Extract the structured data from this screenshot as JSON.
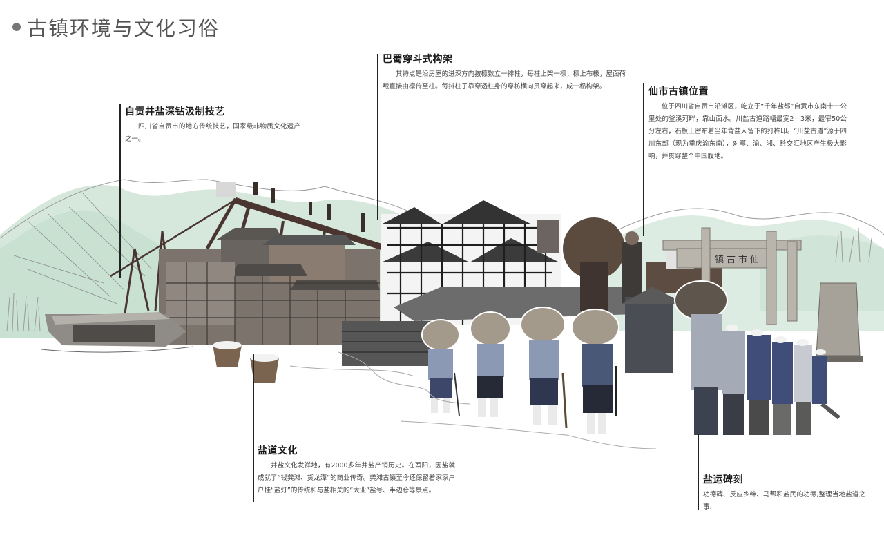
{
  "header": {
    "title": "古镇环境与文化习俗"
  },
  "annotations": [
    {
      "id": "zigong-salt-well",
      "title": "自贡井盐深钻汲制技艺",
      "body": "四川省自贡市的地方传统技艺，国家级非物质文化遗产之一。"
    },
    {
      "id": "bashu-frame",
      "title": "巴蜀穿斗式构架",
      "body": "其特点是沿房屋的进深方向按檩数立一排柱，每柱上架一檩，檩上布椽，屋面荷载直接由檩传至柱。每排柱子靠穿透柱身的穿枋横向贯穿起来，成一榀构架。"
    },
    {
      "id": "xianshi-location",
      "title": "仙市古镇位置",
      "body": "位于四川省自贡市沿滩区，屹立于“千年盐都”自贡市东南十一公里处的釜溪河畔，靠山面水。川盐古道路幅最宽2—3米，最窄50公分左右，石板上密布着当年背盐人留下的打杵印。“川盐古道”源于四川东部（现为重庆渝东南），对鄂、渝、湘、黔交汇地区产生极大影响，并贯穿整个中国腹地。"
    },
    {
      "id": "salt-road-culture",
      "title": "盐道文化",
      "body": "井盐文化发祥地，有2000多年井盐产销历史。在酉阳，因盐就成就了“钱龚滩、货龙潭”的商业传奇。龚滩古镇至今还保留着家家户户挂“盐灯”的传统和与盐相关的“大业”盐号、半边仓等景点。"
    },
    {
      "id": "salt-transport-stele",
      "title": "盐运碑刻",
      "body": "功德碑、反应乡绅、马帮和盐民的功德,整理当地盐道之事."
    }
  ],
  "collage": {
    "gate_sign": "镇古市仙",
    "scene_elements": [
      "salt-derrick",
      "river-boat",
      "salt-baskets",
      "stilt-houses",
      "half-timbered-houses",
      "salt-porters",
      "horse-caravan",
      "stone-gate",
      "stone-stele",
      "ink-mountains"
    ]
  },
  "colors": {
    "mountain_green": "#a9cfb4",
    "ink": "#555555",
    "timber": "#4a3a32",
    "roof_gray": "#6f6f6f",
    "porter_blue": "#5a6a8e"
  }
}
